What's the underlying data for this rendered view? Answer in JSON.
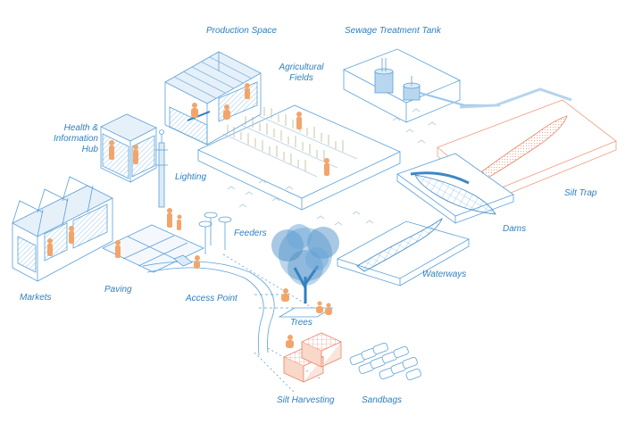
{
  "colors": {
    "line": "#5aa0d8",
    "line_dark": "#2f7fc0",
    "label": "#2f7fc0",
    "figure": "#f2a56b",
    "silt": "#e8866a",
    "tree": "#3f86c4",
    "crop": "#c9c4a8"
  },
  "labels": {
    "production_space": "Production Space",
    "sewage_tank": "Sewage Treatment Tank",
    "agricultural_fields": "Agricultural Fields",
    "health_hub": "Health & Information Hub",
    "lighting": "Lighting",
    "silt_trap": "Silt Trap",
    "dams": "Dams",
    "feeders": "Feeders",
    "markets": "Markets",
    "paving": "Paving",
    "access_point": "Access Point",
    "waterways": "Waterways",
    "trees": "Trees",
    "silt_harvesting": "Silt Harvesting",
    "sandbags": "Sandbags"
  }
}
